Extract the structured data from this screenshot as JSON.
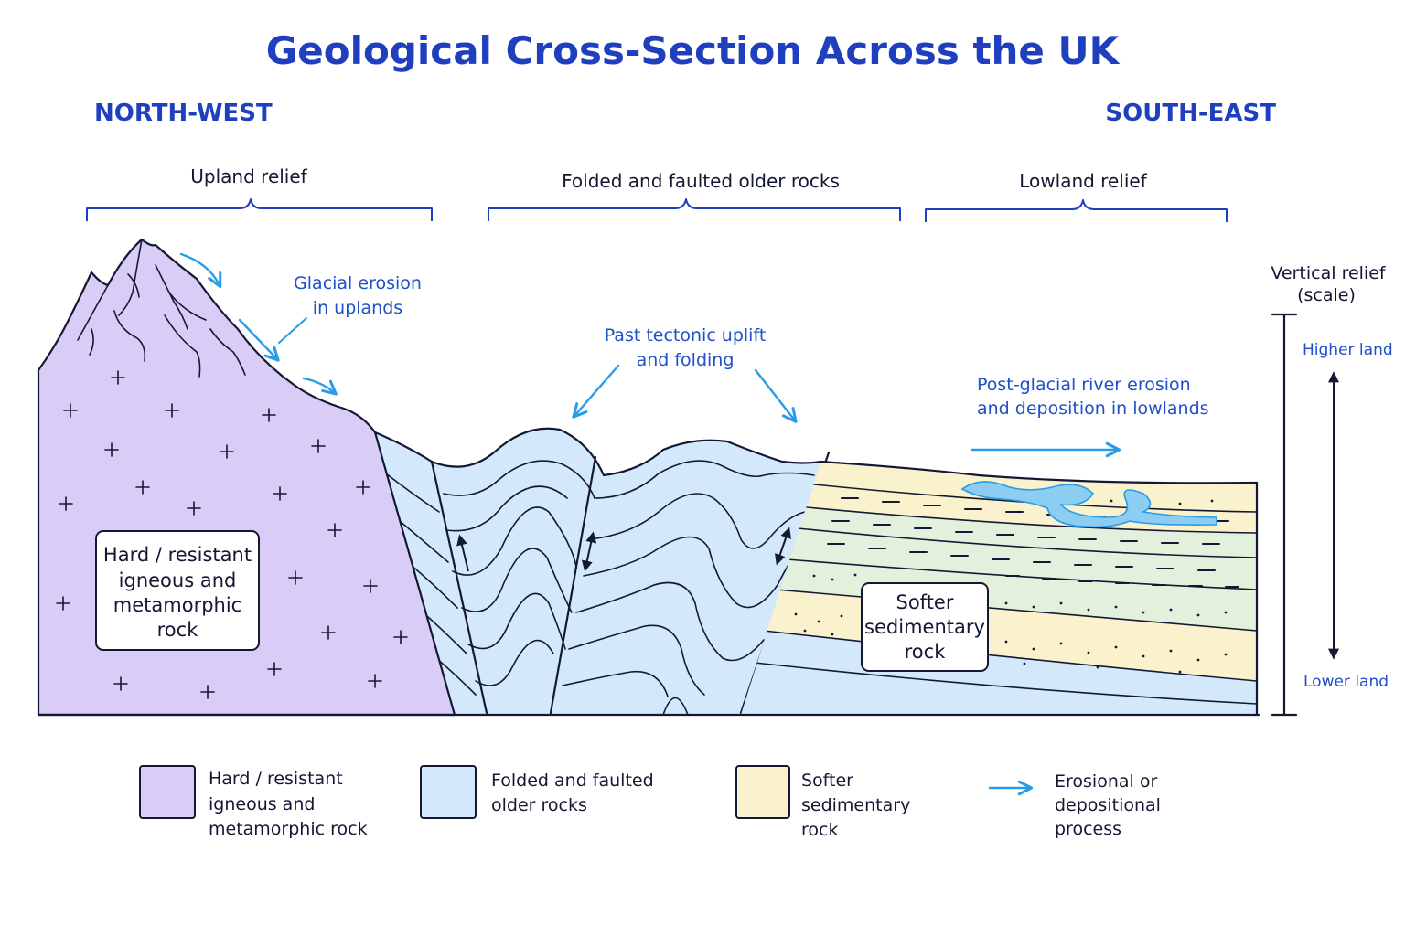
{
  "title": "Geological Cross-Section Across the UK",
  "directions": {
    "left": "NORTH-WEST",
    "right": "SOUTH-EAST"
  },
  "braces": [
    {
      "label": "Upland relief"
    },
    {
      "label": "Folded and faulted older  rocks"
    },
    {
      "label": "Lowland relief"
    }
  ],
  "annotations": {
    "glacial": [
      "Glacial erosion",
      "in uplands"
    ],
    "tectonic": [
      "Past tectonic uplift",
      "and folding"
    ],
    "river": [
      "Post-glacial river erosion",
      "and deposition in lowlands"
    ]
  },
  "rock_boxes": {
    "hard": [
      "Hard / resistant",
      "igneous and",
      "metamorphic",
      "rock"
    ],
    "soft": [
      "Softer",
      "sedimentary",
      "rock"
    ]
  },
  "scale": {
    "title": [
      "Vertical relief",
      "(scale)"
    ],
    "top": "Higher land",
    "bottom": "Lower land"
  },
  "legend": [
    {
      "lines": [
        "Hard / resistant",
        "igneous and",
        "metamorphic rock"
      ],
      "color": "#d9cdf7",
      "icon": "swatch"
    },
    {
      "lines": [
        "Folded and faulted",
        "older rocks"
      ],
      "color": "#d3e9fb",
      "icon": "swatch"
    },
    {
      "lines": [
        "Softer",
        "sedimentary",
        "rock"
      ],
      "color": "#faf2cc",
      "icon": "swatch"
    },
    {
      "lines": [
        "Erosional or",
        "depositional",
        "process"
      ],
      "color": "#2a9be8",
      "icon": "arrow-right-icon"
    }
  ],
  "colors": {
    "igneous": "#d9cdf7",
    "folded": "#d3e9fb",
    "sedimentary_yellow": "#faf2cc",
    "sedimentary_green": "#e3f1dc",
    "river": "#8ecdf2",
    "accent": "#1f3fbf",
    "process_arrow": "#2a9be8"
  }
}
